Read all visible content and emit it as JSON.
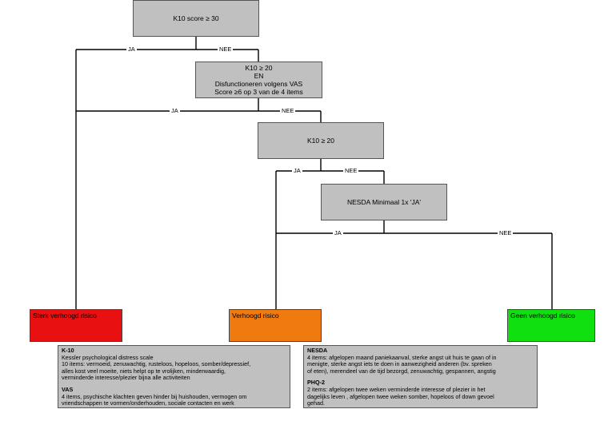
{
  "nodes": {
    "k10_30": "K10 score ≥ 30",
    "k10_20_vas": [
      "K10 ≥ 20",
      "EN",
      "Disfunctioneren volgens VAS",
      "Score ≥6 op 3 van de 4 items"
    ],
    "k10_20": "K10 ≥ 20",
    "nesda": "NESDA Minimaal 1x 'JA'"
  },
  "edges": {
    "yes": "JA",
    "no": "NEE"
  },
  "outcomes": {
    "high": {
      "label": "Sterk verhoogd risico",
      "color": "#e81010"
    },
    "medium": {
      "label": "Verhoogd risico",
      "color": "#f07a10"
    },
    "none": {
      "label": "Geen verhoogd risico",
      "color": "#10e010"
    }
  },
  "legend_left": {
    "k10_title": "K-10",
    "k10_line1": "Kessler psychological distress scale",
    "k10_line2": "10 items: vermoeid, zenuwachtig, rusteloos, hopeloos, somber/depressief,",
    "k10_line3": "alles kost veel moeite, niets helpt op te vrolijken, minderwaardig,",
    "k10_line4": "verminderde interesse/plezier bijna alle activiteiten",
    "vas_title": "VAS",
    "vas_line1": "4 items, psychische klachten geven hinder bij huishouden, vermogen om",
    "vas_line2": "vriendschappen te vormen/onderhouden, sociale contacten en werk"
  },
  "legend_right": {
    "nesda_title": "NESDA",
    "nesda_line1": "4 items: afgelopen maand paniekaanval, sterke angst uit huis te gaan of in",
    "nesda_line2": "menigte, sterke angst iets te doen in aanwezigheid anderen (bv. spreken",
    "nesda_line3": "of eten), merendeel van de tijd bezorgd, zenuwachtig, gespannen, angstig",
    "phq_title": "PHQ-2",
    "phq_line1": "2 items: afgelopen twee weken verminderde interesse of plezier in het",
    "phq_line2": "dagelijks leven , afgelopen twee weken somber, hopeloos of down gevoel",
    "phq_line3": "gehad."
  }
}
